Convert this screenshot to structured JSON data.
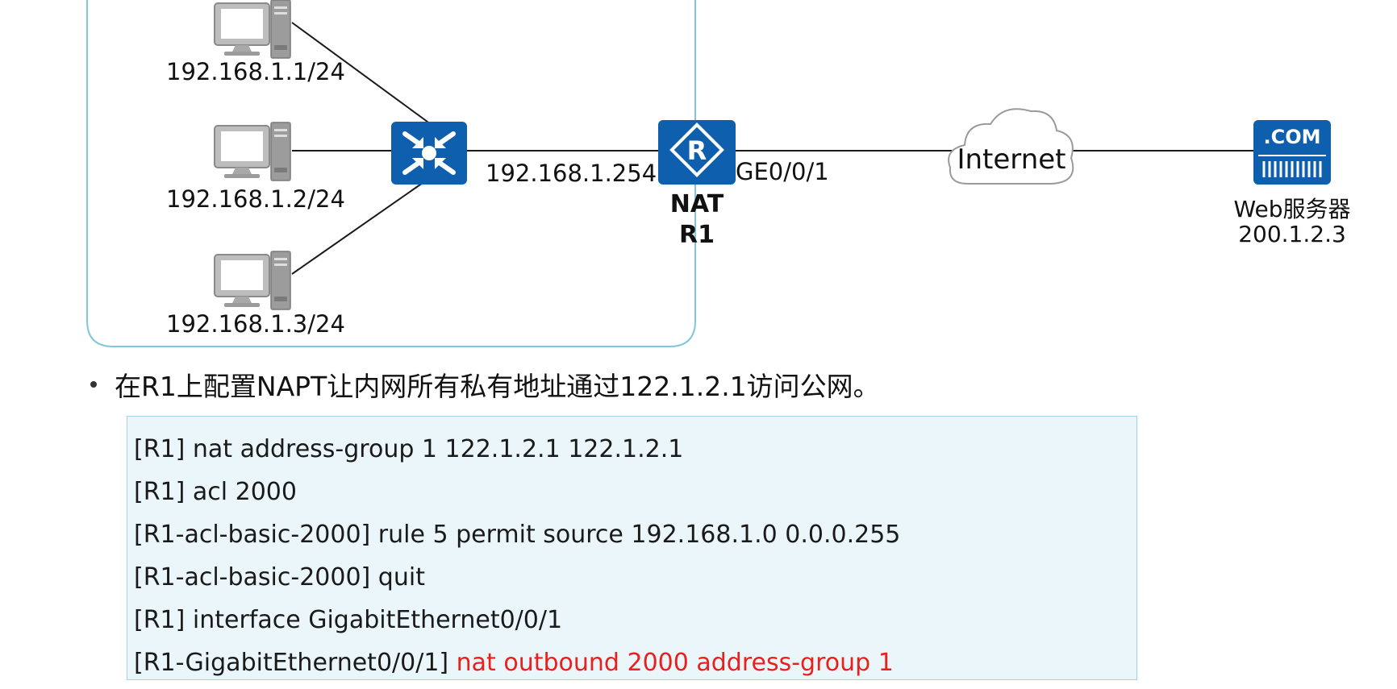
{
  "diagram": {
    "hosts": [
      {
        "ip": "192.168.1.1/24"
      },
      {
        "ip": "192.168.1.2/24"
      },
      {
        "ip": "192.168.1.3/24"
      }
    ],
    "switch": {
      "icon": "switch-icon"
    },
    "router": {
      "icon": "router-icon",
      "glyph": "R",
      "inside_ip": "192.168.1.254",
      "outside_interface": "GE0/0/1",
      "role": "NAT",
      "name": "R1"
    },
    "cloud": {
      "label": "Internet"
    },
    "server": {
      "badge": ".COM",
      "label": "Web服务器",
      "ip": "200.1.2.3"
    },
    "colors": {
      "device_blue": "#0e5fad",
      "lan_border": "#7ec8d9",
      "link": "#1a1a1a"
    }
  },
  "bullet": {
    "text": "在R1上配置NAPT让内网所有私有地址通过122.1.2.1访问公网。"
  },
  "code": {
    "lines": [
      {
        "prompt": "[R1] nat address-group 1 122.1.2.1 122.1.2.1",
        "highlight": ""
      },
      {
        "prompt": "[R1] acl 2000",
        "highlight": ""
      },
      {
        "prompt": "[R1-acl-basic-2000] rule 5 permit source 192.168.1.0 0.0.0.255",
        "highlight": ""
      },
      {
        "prompt": "[R1-acl-basic-2000] quit",
        "highlight": ""
      },
      {
        "prompt": "[R1] interface GigabitEthernet0/0/1",
        "highlight": ""
      },
      {
        "prompt": "[R1-GigabitEthernet0/0/1] ",
        "highlight": "nat outbound 2000 address-group 1"
      }
    ],
    "colors": {
      "highlight": "#e8201e",
      "box_bg": "#ebf6fa",
      "box_border": "#9fd2de"
    }
  }
}
